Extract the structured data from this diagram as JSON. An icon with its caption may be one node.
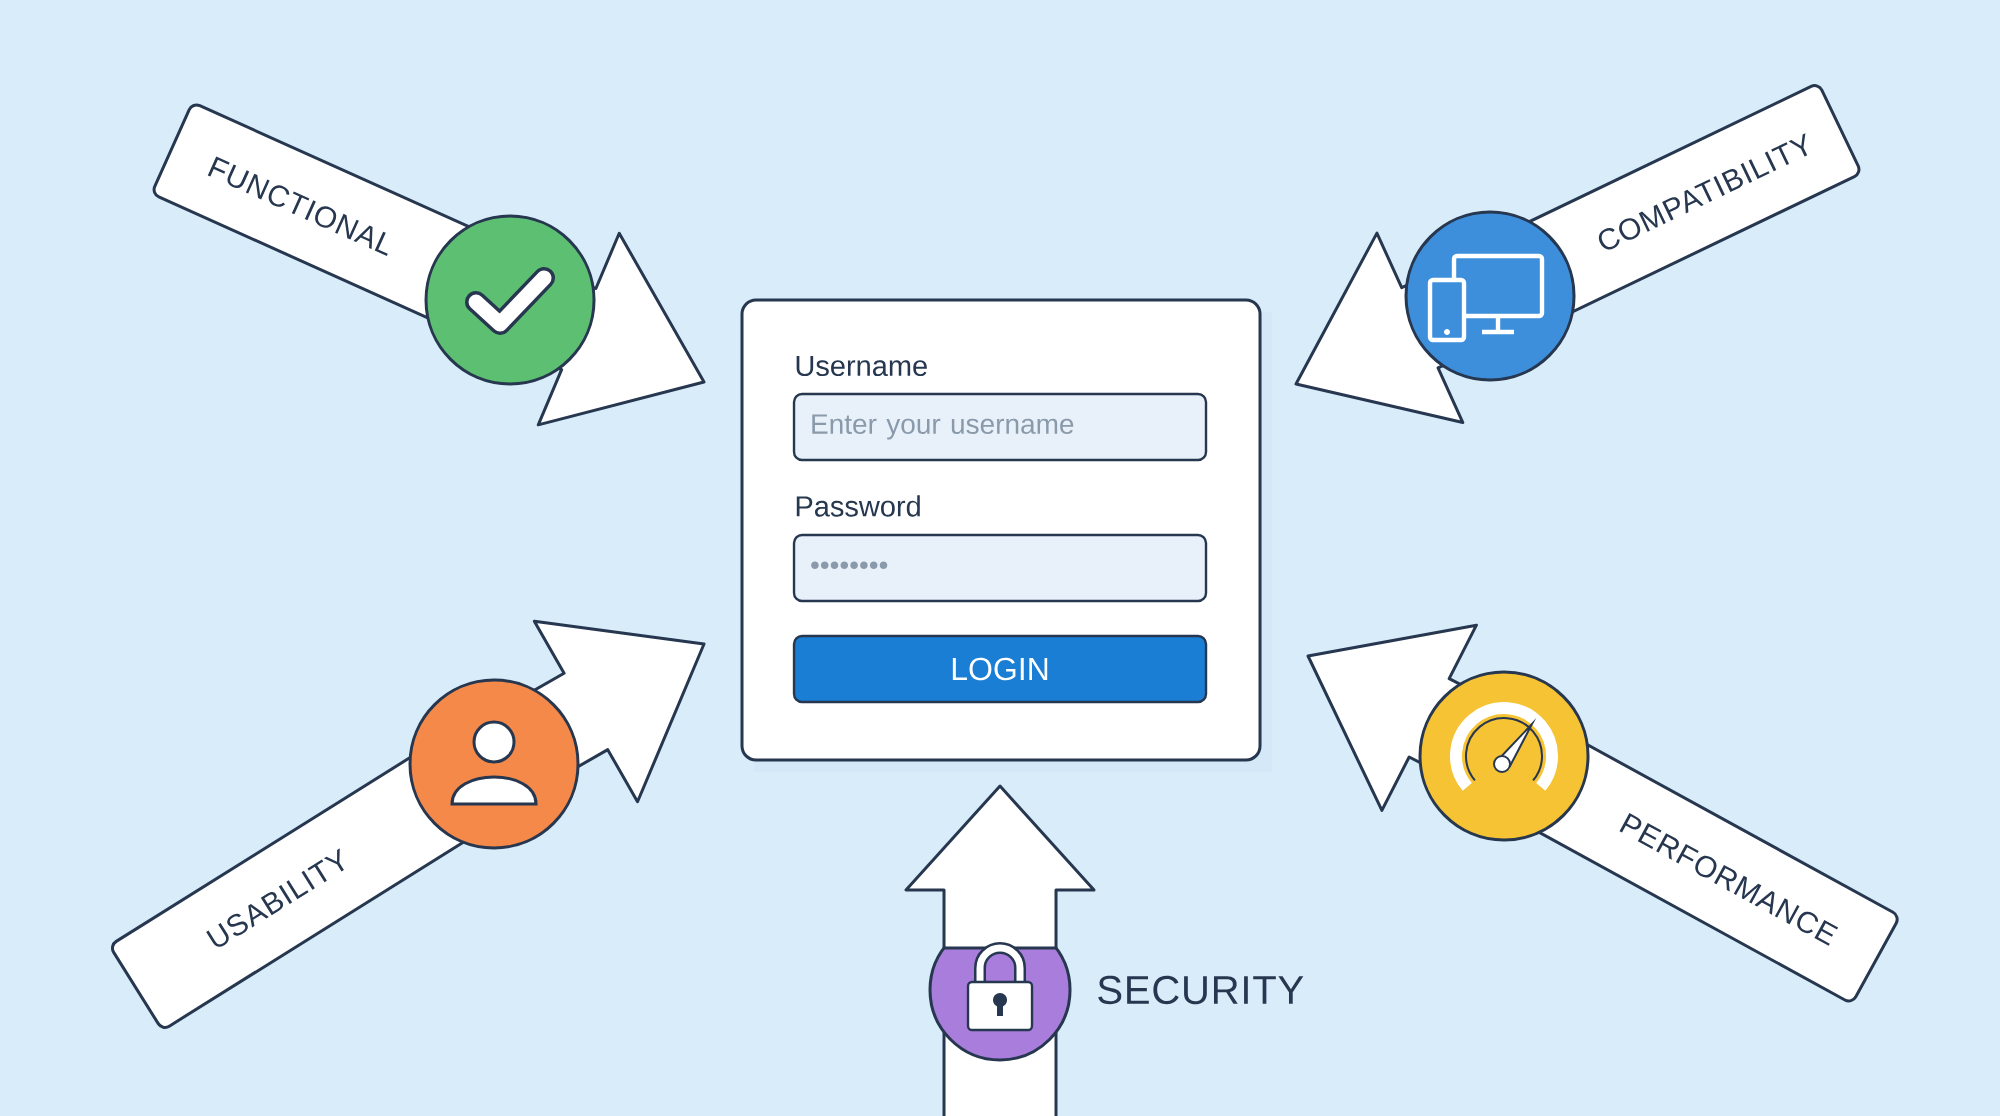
{
  "diagram": {
    "nodes": [
      {
        "text": [],
        "shape": "box"
      },
      {
        "text": [
          "Enter your username"
        ],
        "beside": [
          "Username"
        ],
        "in": 0
      },
      {
        "text": [
          "••••••••"
        ],
        "beside": [
          "Password"
        ],
        "in": 0
      },
      {
        "text": [
          "LOGIN"
        ],
        "in": 0
      },
      {
        "text": [
          "FUNCTIONAL"
        ]
      },
      {
        "text": [
          "COMPATIBILITY"
        ]
      },
      {
        "text": [
          "USABILITY"
        ]
      },
      {
        "text": [
          "PERFORMANCE"
        ]
      },
      {
        "text": [],
        "shape": "circle",
        "beside": [
          "SECURITY"
        ]
      }
    ],
    "edges": [
      {
        "from": 4,
        "to": 0,
        "arrow": "to"
      },
      {
        "from": 5,
        "to": 0,
        "arrow": "to"
      },
      {
        "from": 6,
        "to": 0,
        "arrow": "to"
      },
      {
        "from": 7,
        "to": 0,
        "arrow": "to"
      },
      {
        "from": 8,
        "to": 0,
        "arrow": "to"
      }
    ]
  }
}
